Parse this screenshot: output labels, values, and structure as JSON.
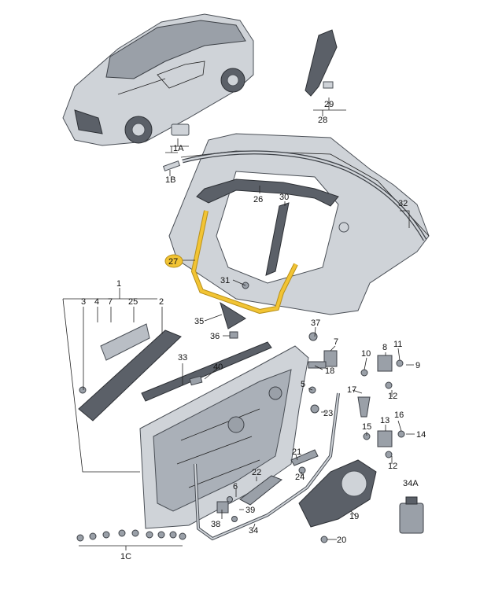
{
  "labels": {
    "l1": "1",
    "l1A": "1A",
    "l1B": "1B",
    "l1C": "1C",
    "l2": "2",
    "l3": "3",
    "l4": "4",
    "l5": "5",
    "l6": "6",
    "l7": "7",
    "l7b": "7",
    "l8": "8",
    "l9": "9",
    "l10": "10",
    "l11": "11",
    "l12a": "12",
    "l12b": "12",
    "l13": "13",
    "l14": "14",
    "l15": "15",
    "l16": "16",
    "l17": "17",
    "l18": "18",
    "l19": "19",
    "l20": "20",
    "l21": "21",
    "l22": "22",
    "l23": "23",
    "l24": "24",
    "l25": "25",
    "l26": "26",
    "l27": "27",
    "l28": "28",
    "l29": "29",
    "l30": "30",
    "l31": "31",
    "l32": "32",
    "l33": "33",
    "l34": "34",
    "l34A": "34A",
    "l35": "35",
    "l36": "36",
    "l37": "37",
    "l38": "38",
    "l39": "39",
    "l40": "40"
  },
  "highlight": {
    "part": "27",
    "color": "#f2c434"
  },
  "colors": {
    "part_fill": "#cfd3d8",
    "outline": "#4a4f56",
    "seal": "#f2c434"
  }
}
